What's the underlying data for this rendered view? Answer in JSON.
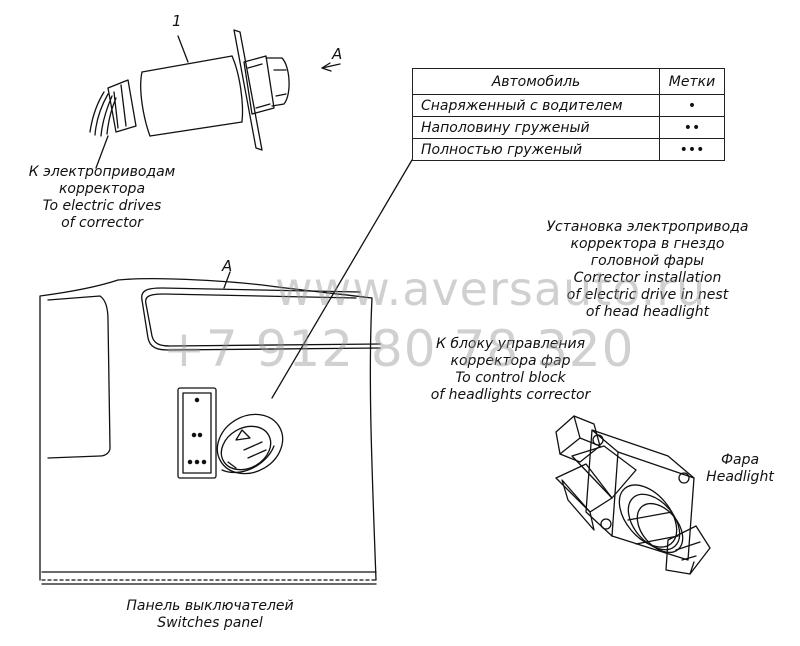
{
  "callouts": {
    "item_number": "1",
    "view_letter_top": "A",
    "view_letter_panel": "A"
  },
  "labels": {
    "to_drives_ru_1": "К электроприводам",
    "to_drives_ru_2": "корректора",
    "to_drives_en_1": "To electric drives",
    "to_drives_en_2": "of corrector",
    "install_ru_1": "Установка электропривода",
    "install_ru_2": "корректора в гнездо",
    "install_ru_3": "головной фары",
    "install_en_1": "Corrector installation",
    "install_en_2": "of electric drive in nest",
    "install_en_3": "of head headlight",
    "control_ru_1": "К блоку управления",
    "control_ru_2": "корректора фар",
    "control_en_1": "To control block",
    "control_en_2": "of headlights corrector",
    "headlight_ru": "Фара",
    "headlight_en": "Headlight",
    "panel_ru": "Панель выключателей",
    "panel_en": "Switches panel"
  },
  "table": {
    "header_vehicle": "Автомобиль",
    "header_marks": "Метки",
    "rows": [
      {
        "vehicle": "Снаряженный с водителем",
        "mark": "•"
      },
      {
        "vehicle": "Наполовину груженый",
        "mark": "••"
      },
      {
        "vehicle": "Полностью груженый",
        "mark": "•••"
      }
    ]
  },
  "watermark": {
    "site": "www.aversauto.ru",
    "phone": "+7 912 80 78 320"
  }
}
